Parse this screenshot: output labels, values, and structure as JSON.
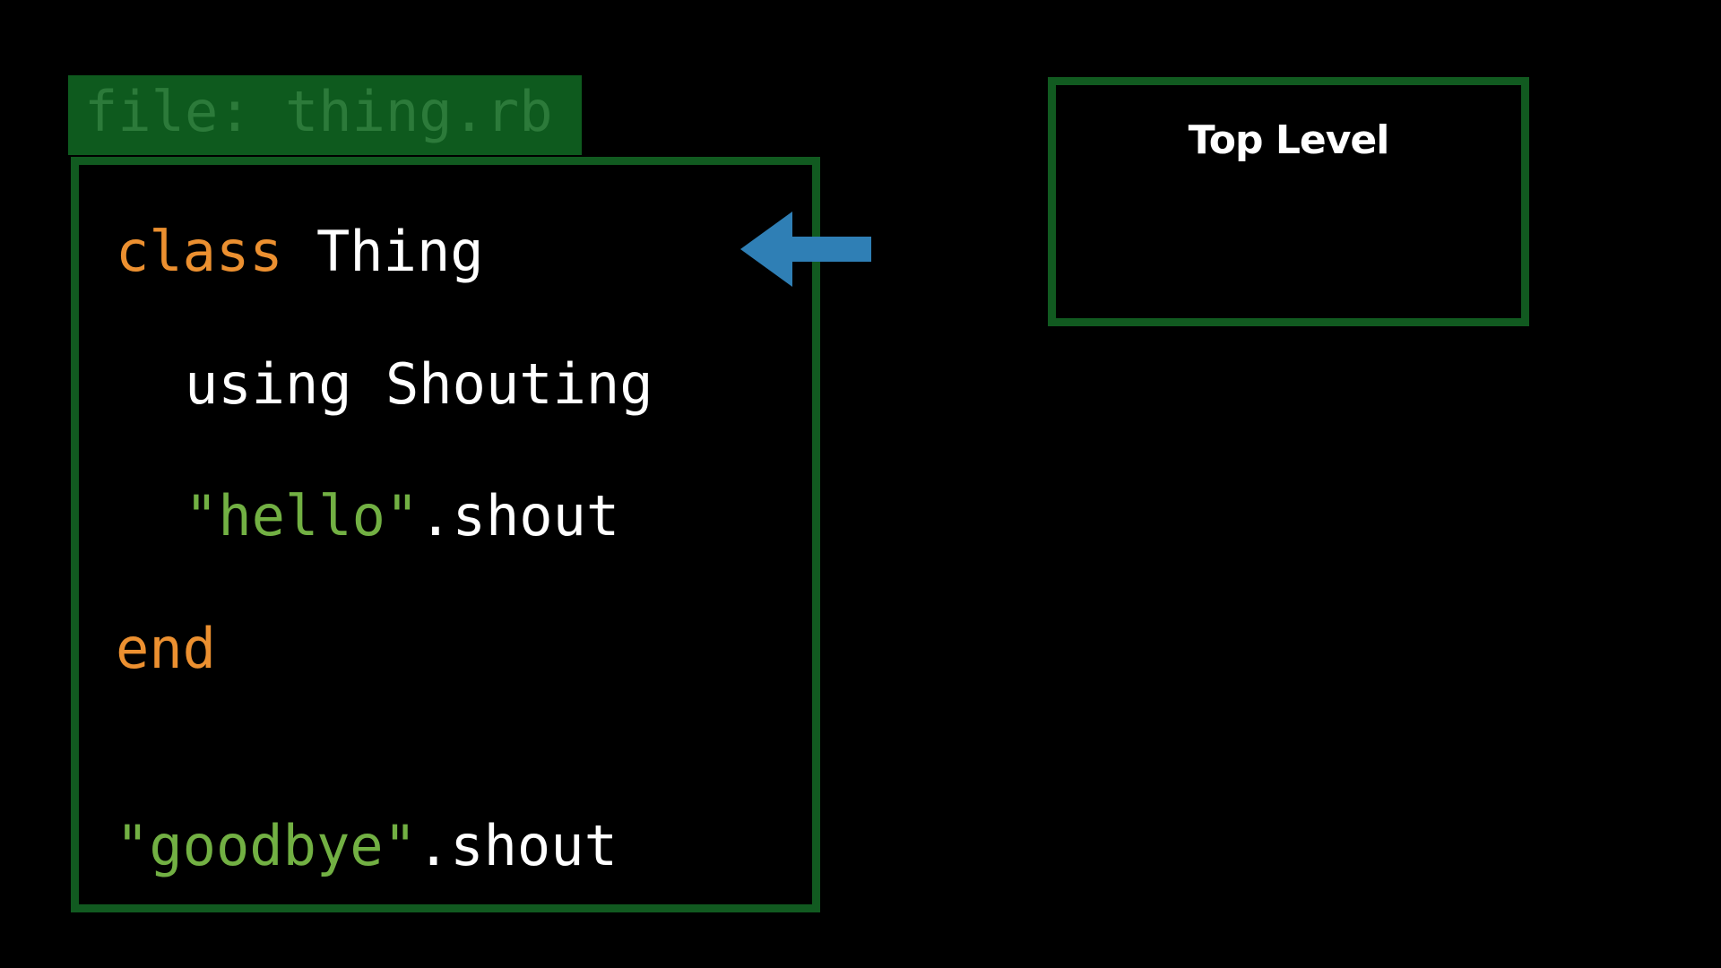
{
  "file_tab": {
    "label": "file: thing.rb"
  },
  "code": {
    "lines": [
      {
        "tokens": [
          {
            "text": "class",
            "kind": "keyword"
          },
          {
            "text": " Thing",
            "kind": "plain"
          }
        ]
      },
      {
        "tokens": [
          {
            "text": "using Shouting",
            "kind": "plain"
          }
        ]
      },
      {
        "tokens": [
          {
            "text": "\"hello\"",
            "kind": "string"
          },
          {
            "text": ".shout",
            "kind": "plain"
          }
        ]
      },
      {
        "tokens": [
          {
            "text": "end",
            "kind": "keyword"
          }
        ]
      },
      {
        "tokens": [
          {
            "text": "\"goodbye\"",
            "kind": "string"
          },
          {
            "text": ".shout",
            "kind": "plain"
          }
        ]
      }
    ]
  },
  "scope_box": {
    "title": "Top Level"
  },
  "colors": {
    "background": "#000000",
    "frame_green": "#115a20",
    "tab_green": "#0e5a1e",
    "tab_text": "#2c7a3a",
    "keyword": "#ec9030",
    "string": "#72b043",
    "plain": "#ffffff",
    "arrow_blue": "#2f7fb5"
  },
  "icons": {
    "pointer": "arrow-left-icon"
  }
}
